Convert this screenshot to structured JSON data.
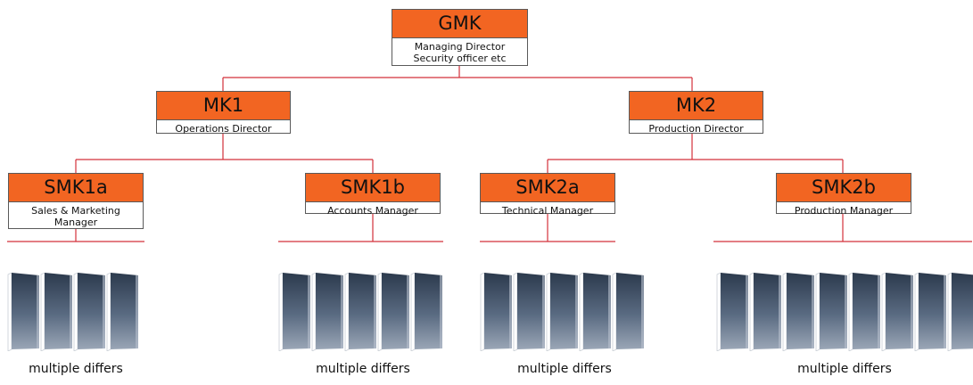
{
  "nodes": {
    "gmk": {
      "code": "GMK",
      "roles": [
        "Managing Director",
        "Security officer etc"
      ]
    },
    "mk1": {
      "code": "MK1",
      "roles": [
        "Operations Director"
      ]
    },
    "mk2": {
      "code": "MK2",
      "roles": [
        "Production Director"
      ]
    },
    "smk1a": {
      "code": "SMK1a",
      "roles": [
        "Sales & Marketing",
        "Manager"
      ]
    },
    "smk1b": {
      "code": "SMK1b",
      "roles": [
        "Accounts Manager"
      ]
    },
    "smk2a": {
      "code": "SMK2a",
      "roles": [
        "Technical Manager"
      ]
    },
    "smk2b": {
      "code": "SMK2b",
      "roles": [
        "Production Manager"
      ]
    }
  },
  "differs": {
    "g1": {
      "label": "multiple differs",
      "count": 4
    },
    "g2": {
      "label": "multiple differs",
      "count": 5
    },
    "g3": {
      "label": "multiple differs",
      "count": 5
    },
    "g4": {
      "label": "multiple differs",
      "count": 8
    }
  },
  "colors": {
    "node_fill": "#f26522",
    "connector": "#d3303a",
    "border": "#5a5a5a"
  }
}
